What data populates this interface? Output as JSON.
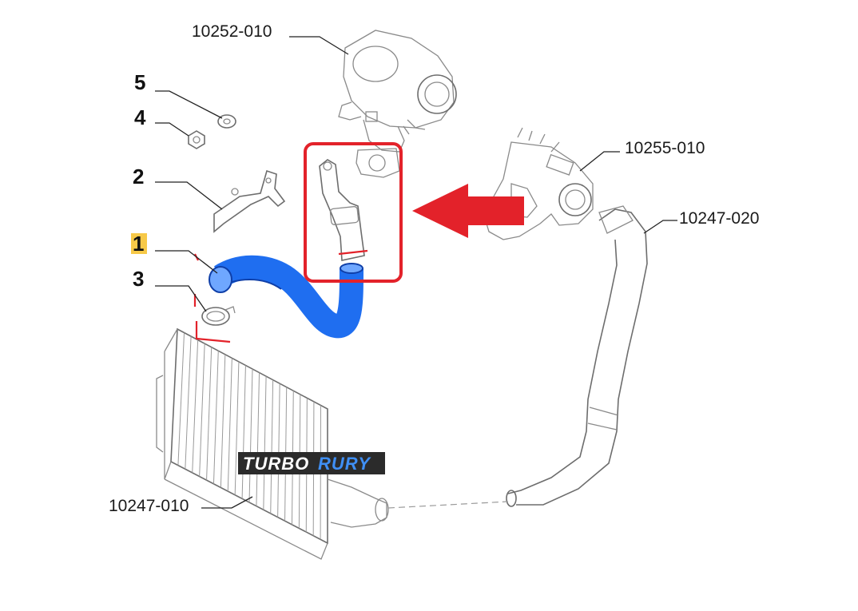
{
  "labels": {
    "turbo": "10252-010",
    "manifold": "10255-010",
    "pipe": "10247-020",
    "intercooler": "10247-010"
  },
  "numbers": {
    "n5": "5",
    "n4": "4",
    "n2": "2",
    "n1": "1",
    "n3": "3"
  },
  "watermark": {
    "part1": "TURBO",
    "part2": "RURY"
  },
  "colors": {
    "hose": "#1f6ef0",
    "highlight_box": "#e3222a",
    "arrow": "#e3222a",
    "label_1_bg": "#f7c948"
  }
}
